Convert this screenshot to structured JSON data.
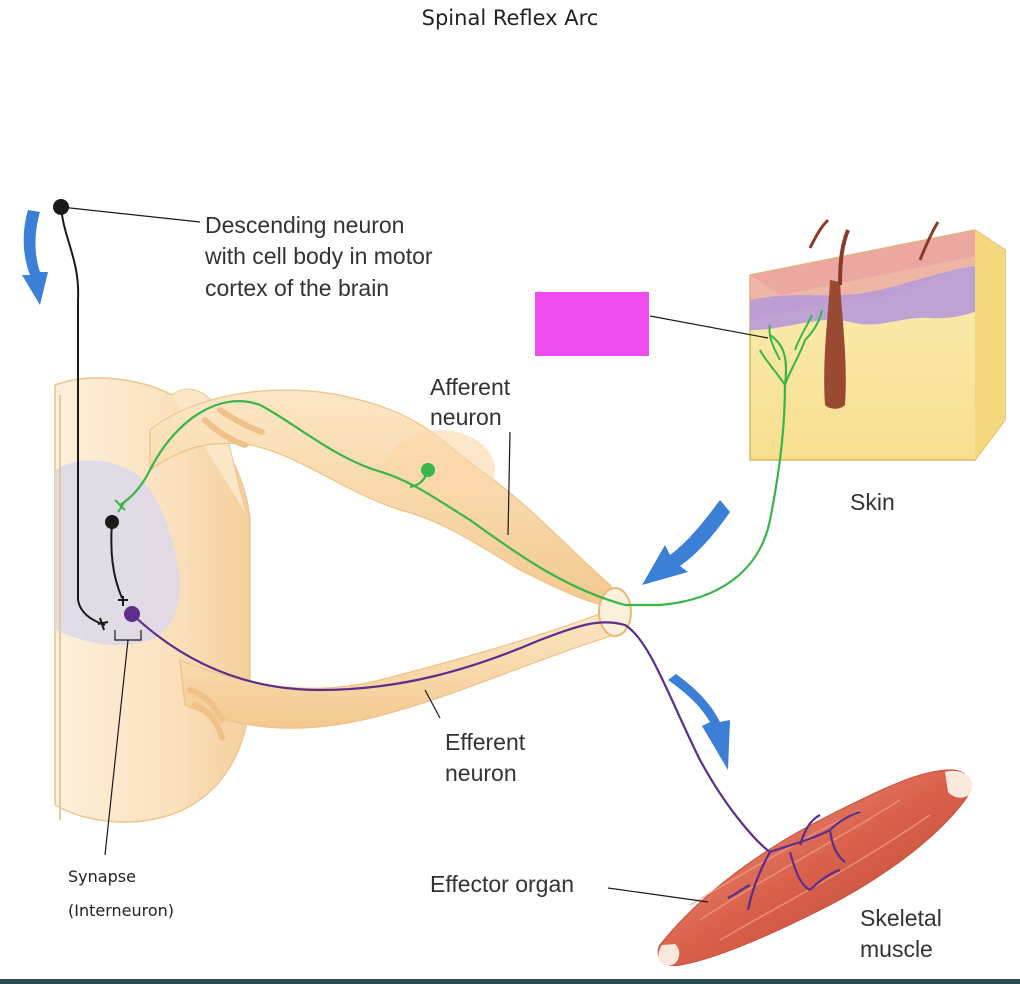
{
  "title": "Spinal Reflex Arc",
  "labels": {
    "descending": [
      "Descending neuron",
      "with cell body in motor",
      "cortex of the brain"
    ],
    "afferent": [
      "Afferent",
      "neuron"
    ],
    "efferent": [
      "Efferent",
      "neuron"
    ],
    "skin": "Skin",
    "synapse": [
      "Synapse",
      "(Interneuron)"
    ],
    "effector": "Effector organ",
    "muscle": [
      "Skeletal",
      "muscle"
    ]
  },
  "colors": {
    "afferent": "#3ab54a",
    "efferent": "#5b2f8a",
    "descending": "#1a1a1a",
    "arrow": "#3b7fd6",
    "blank_label": "#ee4ef0",
    "spinal_cord": "#fbe3c2",
    "gray_matter": "#dcd8ea",
    "muscle": "#d9604a",
    "skin_dermis": "#f9e9a8",
    "skin_epidermis": "#b79ad8"
  }
}
